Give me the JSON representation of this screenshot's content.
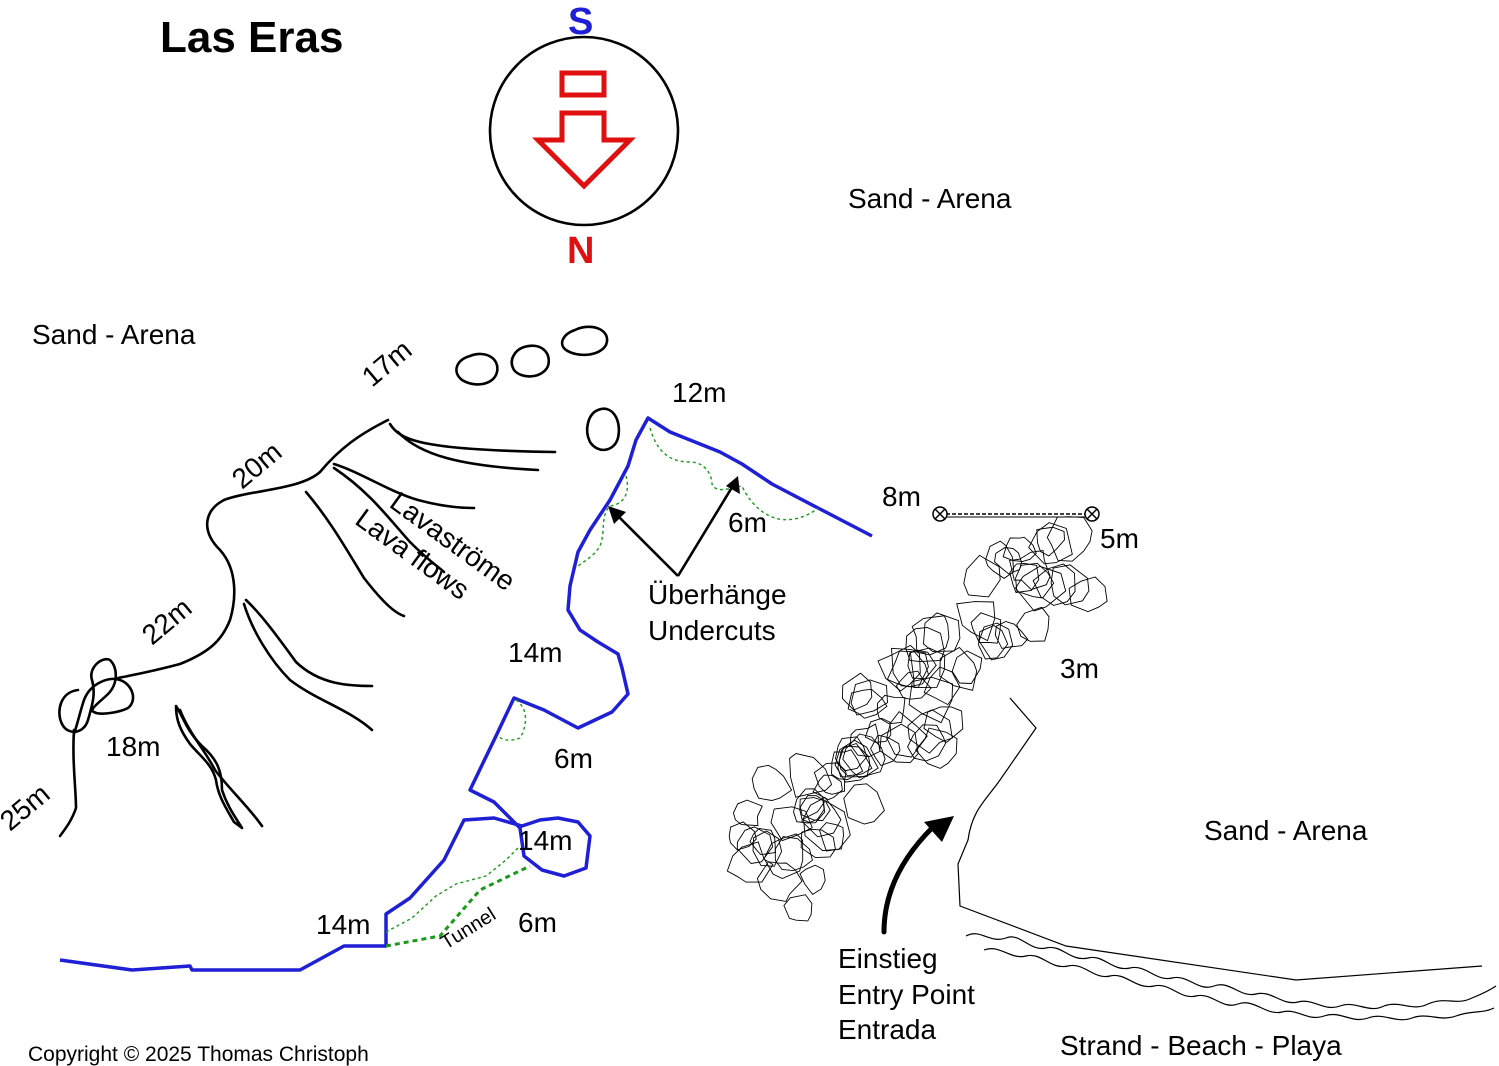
{
  "title": "Las Eras",
  "compass": {
    "top_letter": "S",
    "bottom_letter": "N",
    "top_color": "#1f1fd6",
    "bottom_color": "#e01010",
    "arrow_color": "#e01010"
  },
  "areas": {
    "sand_top": "Sand - Arena",
    "sand_left": "Sand - Arena",
    "sand_right": "Sand - Arena",
    "beach": "Strand - Beach - Playa"
  },
  "depths": {
    "d17": "17m",
    "d20": "20m",
    "d22": "22m",
    "d25": "25m",
    "d18": "18m",
    "d12": "12m",
    "d8": "8m",
    "d5": "5m",
    "d6_overhang": "6m",
    "d14_mid": "14m",
    "d6_mid": "6m",
    "d14_loop": "14m",
    "d14_bottom": "14m",
    "d6_bottom": "6m",
    "d3": "3m"
  },
  "lava": {
    "line1": "Lavaströme",
    "line2": "Lava flows"
  },
  "overhangs": {
    "line1": "Überhänge",
    "line2": "Undercuts"
  },
  "tunnel": "Tunnel",
  "entry": {
    "line1": "Einstieg",
    "line2": "Entry Point",
    "line3": "Entrada"
  },
  "copyright": "Copyright © 2025 Thomas Christoph",
  "colors": {
    "reef_line": "#1f1fd6",
    "overhang_dash": "#1a9a1a"
  }
}
